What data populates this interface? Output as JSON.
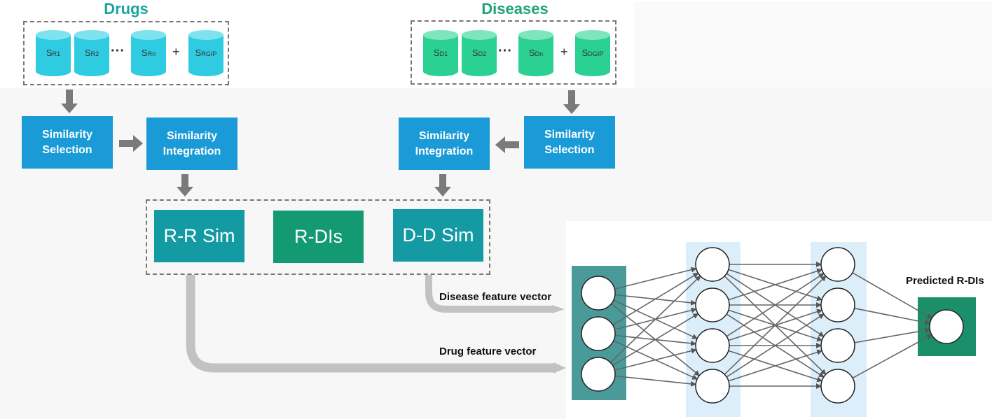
{
  "drugs": {
    "title": "Drugs",
    "cylinders": [
      {
        "main": "S",
        "sub": "R1"
      },
      {
        "main": "S",
        "sub": "R2"
      },
      {
        "main": "S",
        "sub": "Rn"
      },
      {
        "main": "S",
        "sub": "RGIP"
      }
    ],
    "ellipsis": "···",
    "plus": "+",
    "selection": "Similarity Selection",
    "integration": "Similarity Integration"
  },
  "diseases": {
    "title": "Diseases",
    "cylinders": [
      {
        "main": "S",
        "sub": "D1"
      },
      {
        "main": "S",
        "sub": "D2"
      },
      {
        "main": "S",
        "sub": "Dn"
      },
      {
        "main": "S",
        "sub": "DGIP"
      }
    ],
    "ellipsis": "···",
    "plus": "+",
    "selection": "Similarity Selection",
    "integration": "Similarity Integration"
  },
  "matrices": {
    "rr": "R-R Sim",
    "rd": "R-DIs",
    "dd": "D-D Sim"
  },
  "vectors": {
    "disease": "Disease feature vector",
    "drug": "Drug feature vector"
  },
  "output": {
    "label": "Predicted R-DIs"
  },
  "colors": {
    "drug_title": "#1aa3a3",
    "disease_title": "#1fa37a",
    "drug_cylinder": "#2fcbe0",
    "disease_cylinder": "#2bd093",
    "blue_box": "#1a9bd7",
    "teal_box": "#139aa3",
    "green_box": "#139a72",
    "arrow_gray": "#7a7a7a",
    "flow_gray": "#c2c2c2",
    "input_layer": "#4a9a9a",
    "hidden_layer": "#dceefa",
    "output_box": "#1a8f6a"
  }
}
